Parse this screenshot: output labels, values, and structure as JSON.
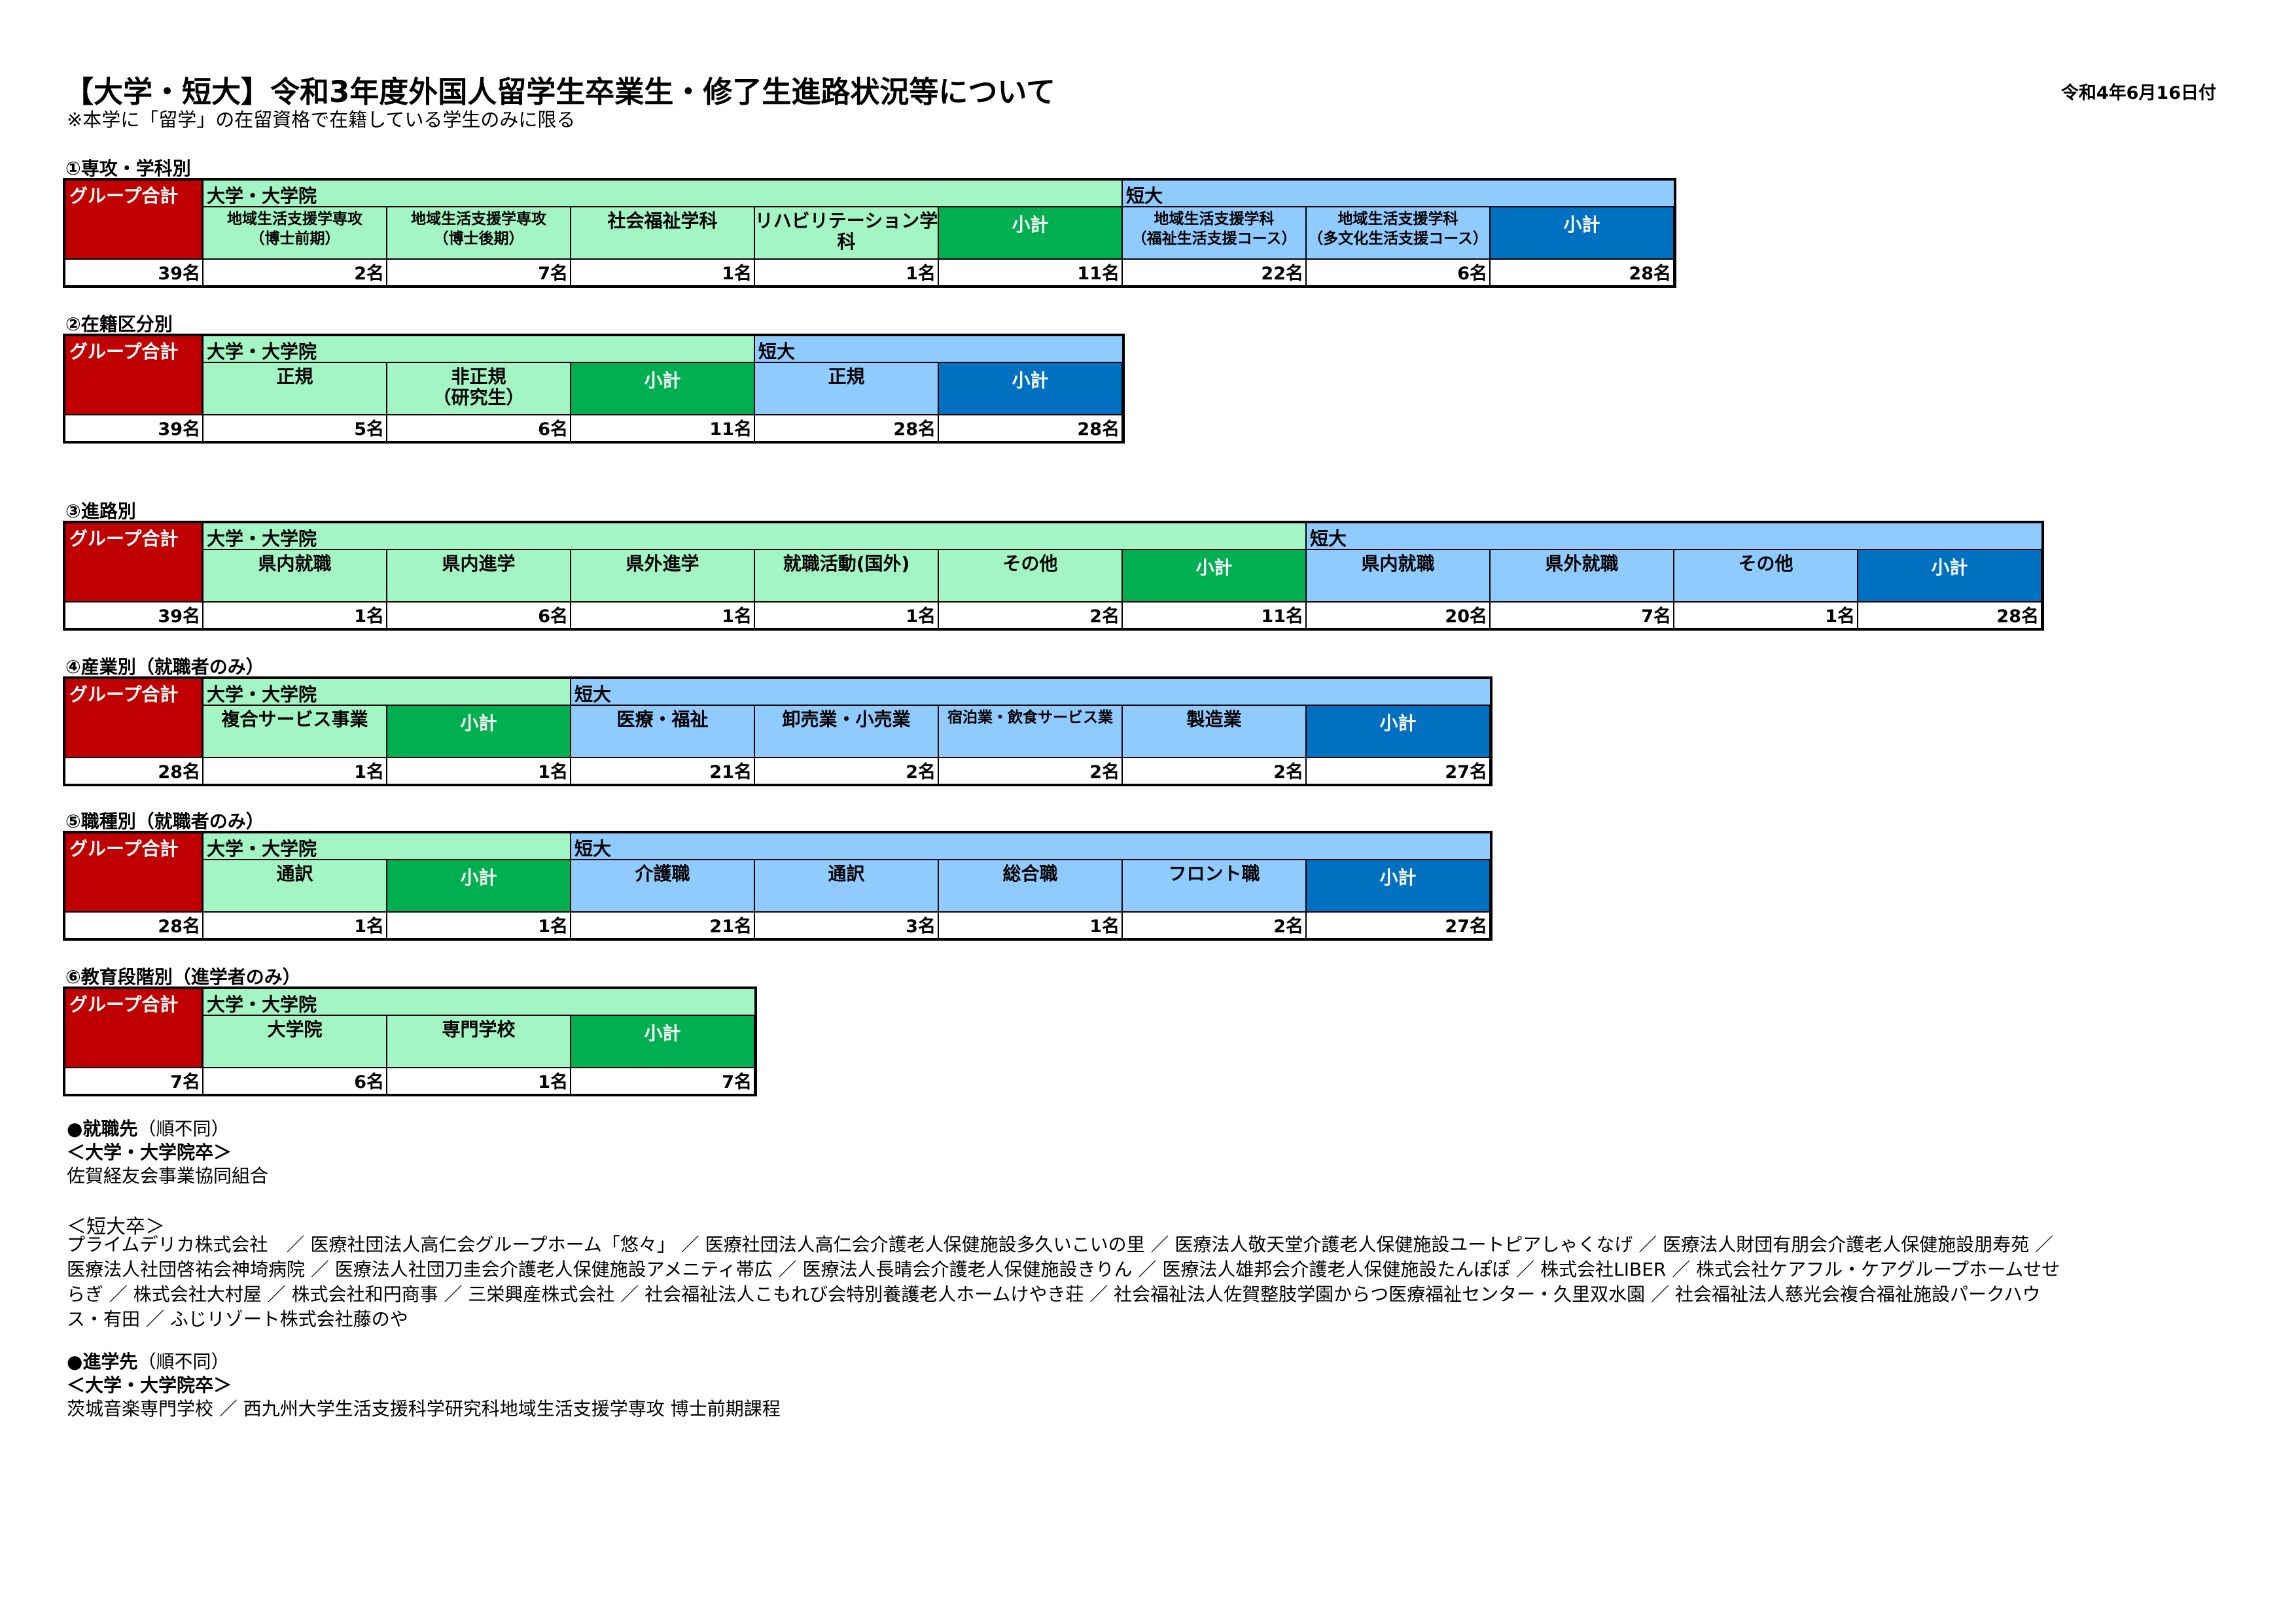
{
  "header": {
    "title": "【大学・短大】令和3年度外国人留学生卒業生・修了生進路状況等について",
    "note": "※本学に「留学」の在留資格で在籍している学生のみに限る",
    "date": "令和4年6月16日付"
  },
  "common": {
    "group_total": "グループ合計",
    "univ": "大学・大学院",
    "junior": "短大",
    "subtotal": "小計"
  },
  "s1": {
    "label": "①専攻・学科別",
    "univ_cols": [
      "地域生活支援学専攻\n（博士前期）",
      "地域生活支援学専攻\n（博士後期）",
      "社会福祉学科",
      "リハビリテーション学科"
    ],
    "jr_cols": [
      "地域生活支援学科\n（福祉生活支援コース）",
      "地域生活支援学科\n（多文化生活支援コース）"
    ],
    "values": [
      "39名",
      "2名",
      "7名",
      "1名",
      "1名",
      "11名",
      "22名",
      "6名",
      "28名"
    ]
  },
  "s2": {
    "label": "②在籍区分別",
    "univ_cols": [
      "正規",
      "非正規\n（研究生）"
    ],
    "jr_cols": [
      "正規"
    ],
    "values": [
      "39名",
      "5名",
      "6名",
      "11名",
      "28名",
      "28名"
    ]
  },
  "s3": {
    "label": "③進路別",
    "univ_cols": [
      "県内就職",
      "県内進学",
      "県外進学",
      "就職活動(国外)",
      "その他"
    ],
    "jr_cols": [
      "県内就職",
      "県外就職",
      "その他"
    ],
    "values": [
      "39名",
      "1名",
      "6名",
      "1名",
      "1名",
      "2名",
      "11名",
      "20名",
      "7名",
      "1名",
      "28名"
    ]
  },
  "s4": {
    "label": "④産業別（就職者のみ）",
    "univ_cols": [
      "複合サービス事業"
    ],
    "jr_cols": [
      "医療・福祉",
      "卸売業・小売業",
      "宿泊業・飲食サービス業",
      "製造業"
    ],
    "values": [
      "28名",
      "1名",
      "1名",
      "21名",
      "2名",
      "2名",
      "2名",
      "27名"
    ]
  },
  "s5": {
    "label": "⑤職種別（就職者のみ）",
    "univ_cols": [
      "通訳"
    ],
    "jr_cols": [
      "介護職",
      "通訳",
      "総合職",
      "フロント職"
    ],
    "values": [
      "28名",
      "1名",
      "1名",
      "21名",
      "3名",
      "1名",
      "2名",
      "27名"
    ]
  },
  "s6": {
    "label": "⑥教育段階別（進学者のみ）",
    "univ_cols": [
      "大学院",
      "専門学校"
    ],
    "values": [
      "7名",
      "6名",
      "1名",
      "7名"
    ]
  },
  "employment": {
    "heading": "●就職先",
    "heading_note": "（順不同）",
    "univ_heading": "＜大学・大学院卒＞",
    "univ_text": "佐賀経友会事業協同組合",
    "jr_heading": "＜短大卒＞",
    "jr_text": "プライムデリカ株式会社　／ 医療社団法人高仁会グループホーム「悠々」 ／ 医療社団法人高仁会介護老人保健施設多久いこいの里 ／ 医療法人敬天堂介護老人保健施設ユートピアしゃくなげ ／ 医療法人財団有朋会介護老人保健施設朋寿苑 ／ 医療法人社団啓祐会神埼病院 ／ 医療法人社団刀圭会介護老人保健施設アメニティ帯広 ／ 医療法人長晴会介護老人保健施設きりん ／ 医療法人雄邦会介護老人保健施設たんぽぽ ／ 株式会社LIBER ／ 株式会社ケアフル・ケアグループホームせせらぎ ／ 株式会社大村屋 ／ 株式会社和円商事 ／ 三栄興産株式会社 ／ 社会福祉法人こもれび会特別養護老人ホームけやき荘 ／ 社会福祉法人佐賀整肢学園からつ医療福祉センター・久里双水園 ／ 社会福祉法人慈光会複合福祉施設パークハウス・有田 ／ ふじリゾート株式会社藤のや"
  },
  "advancement": {
    "heading": "●進学先",
    "heading_note": "（順不同）",
    "univ_heading": "＜大学・大学院卒＞",
    "univ_text": "茨城音楽専門学校 ／ 西九州大学生活支援科学研究科地域生活支援学専攻 博士前期課程"
  },
  "colors": {
    "group_total": "#c00000",
    "univ_header": "#a3f5c3",
    "univ_subtotal": "#00b050",
    "junior_header": "#8fcbff",
    "junior_subtotal": "#0070c0"
  }
}
